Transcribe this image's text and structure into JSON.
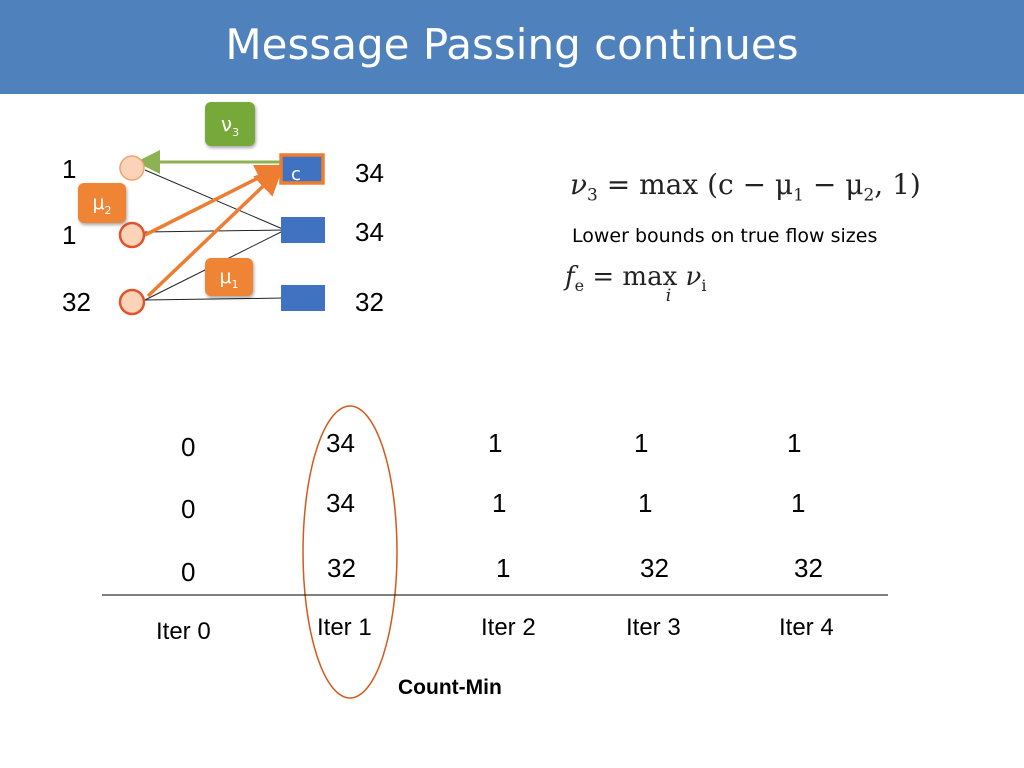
{
  "title": "Message Passing continues",
  "colors": {
    "header": "#4f81bd",
    "accent_orange": "#ed7d31",
    "accent_green": "#77a93a",
    "counter_blue": "#3f73c2"
  },
  "graph": {
    "flow_values": [
      "1",
      "1",
      "32"
    ],
    "counter_values": [
      "34",
      "34",
      "32"
    ],
    "counter_letter": "c",
    "badges": {
      "nu3": {
        "symbol": "ν",
        "sub": "3"
      },
      "mu2": {
        "symbol": "μ",
        "sub": "2"
      },
      "mu1": {
        "symbol": "μ",
        "sub": "1"
      }
    }
  },
  "formulas": {
    "nu3_lhs": "ν",
    "nu3_lhs_sub": "3",
    "nu3_rhs_pre": "= max (c − μ",
    "nu3_rhs_mid": "− μ",
    "nu3_rhs_post": ", 1)",
    "nu3_sub1": "1",
    "nu3_sub2": "2",
    "note": "Lower bounds on true flow sizes",
    "fe_lhs": "f",
    "fe_lhs_sub": "e",
    "fe_eq": "= max",
    "fe_under": "i",
    "fe_rhs": "ν",
    "fe_rhs_sub": "i"
  },
  "table": {
    "columns": [
      "Iter 0",
      "Iter 1",
      "Iter 2",
      "Iter 3",
      "Iter 4"
    ],
    "rows": [
      [
        "0",
        "34",
        "1",
        "1",
        "1"
      ],
      [
        "0",
        "34",
        "1",
        "1",
        "1"
      ],
      [
        "0",
        "32",
        "1",
        "32",
        "32"
      ]
    ],
    "caption": "Count-Min"
  }
}
